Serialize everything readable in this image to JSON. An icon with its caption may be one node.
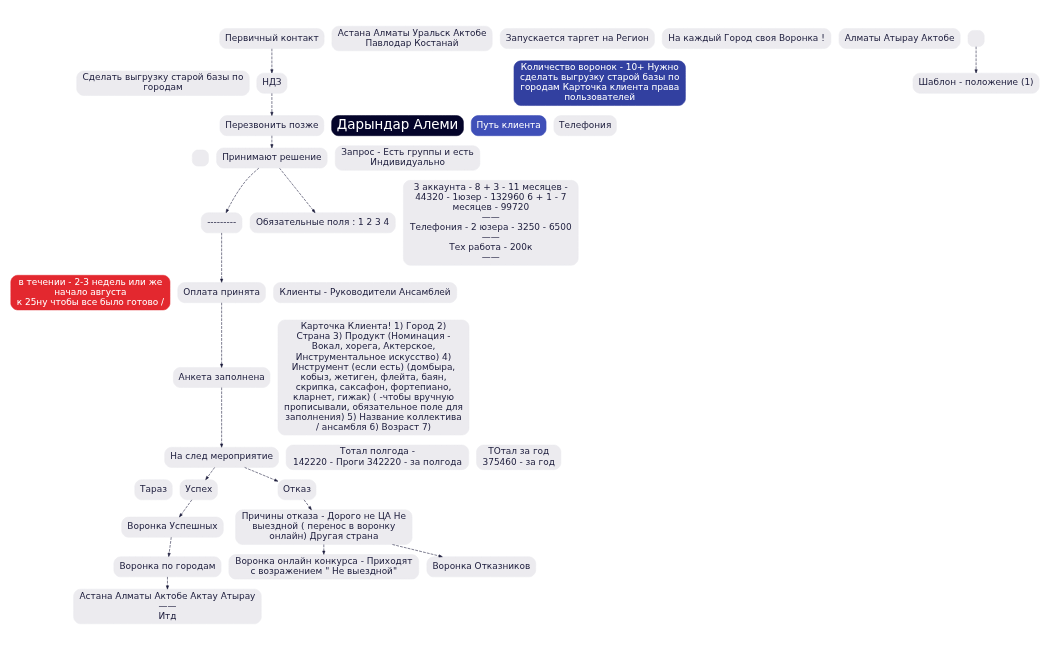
{
  "diagram": {
    "nodes": [
      {
        "text": [],
        "shape": "box"
      },
      {
        "text": [
          "Сделать выгрузку старой базы по городам"
        ]
      },
      {
        "text": [
          "в течении - 2-3 недель или же начало августа",
          "к 25ну чтобы все было готово /"
        ]
      },
      {
        "text": [
          "Тараз"
        ]
      },
      {
        "text": [
          "Воронка по городам"
        ]
      },
      {
        "text": [
          "Астана Алматы Уральск Актобе Павлодар Костанай"
        ]
      },
      {
        "text": [
          "Дарындар Алеми"
        ]
      },
      {
        "text": [
          "Клиенты - Руководители Ансамблей"
        ]
      },
      {
        "text": [
          "Воронка Успешных"
        ]
      },
      {
        "text": [
          "Астана Алматы Актобе Актау Атырау",
          "——",
          "Итд"
        ]
      },
      {
        "text": [
          "Количество воронок - 10+ Нужно сделать выгрузку старой базы по городам Карточка клиента права пользователей"
        ]
      },
      {
        "text": [
          "Запрос - Есть группы и есть Индивидуально"
        ]
      },
      {
        "text": [
          "Запускается таргет на Регион"
        ]
      },
      {
        "text": [
          "Путь клиента"
        ]
      },
      {
        "text": [
          "Успех"
        ]
      },
      {
        "text": [
          "На каждый Город своя Воронка !"
        ]
      },
      {
        "text": [
          "Первичный контакт"
        ]
      },
      {
        "text": [
          "НДЗ"
        ]
      },
      {
        "text": [
          "Перезвонить позже"
        ]
      },
      {
        "text": [
          "Принимают решение"
        ]
      },
      {
        "text": [
          "---------"
        ]
      },
      {
        "text": [
          "Оплата принята"
        ]
      },
      {
        "text": [
          "Анкета заполнена"
        ]
      },
      {
        "text": [
          "На след мероприятие"
        ]
      },
      {
        "text": [
          "Алматы Атырау Актобе"
        ]
      },
      {
        "text": [
          "Отказ"
        ]
      },
      {
        "text": [
          "Обязательные поля : 1 2 3 4"
        ]
      },
      {
        "text": [
          "Причины отказа - Дорого не ЦА Не выездной ( перенос в воронку онлайн) Другая страна"
        ]
      },
      {
        "text": [
          "Воронка онлайн конкурса - Приходят с возражением \" Не выездной\""
        ]
      },
      {
        "text": [
          "Карточка Клиента! 1) Город 2) Страна 3) Продукт (Номинация - Вокал, хорега, Актерское, Инструментальное искусство) 4) Инструмент (если есть) (домбыра, кобыз, жетиген, флейта, баян, скрипка, саксафон, фортепиано, кларнет, гижак) ( -чтобы вручную прописывали, обязательное поле для заполнения) 5) Название коллектива / ансамбля 6) Возраст 7)"
        ]
      },
      {
        "text": [
          "Телефония"
        ]
      },
      {
        "text": [
          "Воронка Отказников"
        ]
      },
      {
        "text": [],
        "shape": "box"
      },
      {
        "text": [
          "Шаблон - положение (1)"
        ]
      },
      {
        "text": [
          "3 аккаунта - 8 + 3 - 11 месяцев - 44320 - 1юзер - 132960 6 + 1 - 7 месяцев - 99720",
          "——",
          "Телефония - 2 юзера - 3250 - 6500",
          "——",
          "Тех работа - 200к",
          "——"
        ]
      },
      {
        "text": [
          "Тотал полгода -",
          "142220 - Проги 342220 - за полгода"
        ]
      },
      {
        "text": [
          "ТОтал за год",
          "375460 - за год"
        ]
      }
    ],
    "edges": [
      {
        "from": 16,
        "to": 17,
        "arrow": "to",
        "style": "dashed"
      },
      {
        "from": 17,
        "to": 18,
        "arrow": "to",
        "style": "dashed"
      },
      {
        "from": 18,
        "to": 19,
        "arrow": "to",
        "style": "dashed"
      },
      {
        "from": 19,
        "to": 20,
        "arrow": "to",
        "style": "dashed"
      },
      {
        "from": 20,
        "to": 21,
        "arrow": "to",
        "style": "dashed"
      },
      {
        "from": 21,
        "to": 22,
        "arrow": "to",
        "style": "dashed"
      },
      {
        "from": 22,
        "to": 23,
        "arrow": "to",
        "style": "dashed"
      },
      {
        "from": 19,
        "to": 26,
        "arrow": "to",
        "style": "dashed"
      },
      {
        "from": 23,
        "to": 14,
        "arrow": "to",
        "style": "dashed"
      },
      {
        "from": 23,
        "to": 25,
        "arrow": "to",
        "style": "dashed"
      },
      {
        "from": 14,
        "to": 8,
        "arrow": "to",
        "style": "dashed"
      },
      {
        "from": 8,
        "to": 4,
        "arrow": "to",
        "style": "dashed"
      },
      {
        "from": 4,
        "to": 9,
        "arrow": "to",
        "style": "dashed"
      },
      {
        "from": 25,
        "to": 27,
        "arrow": "to",
        "style": "dashed"
      },
      {
        "from": 27,
        "to": 28,
        "arrow": "to",
        "style": "dashed"
      },
      {
        "from": 27,
        "to": 31,
        "arrow": "to",
        "style": "dashed"
      },
      {
        "from": 32,
        "to": 33,
        "arrow": "to",
        "style": "dashed"
      }
    ]
  }
}
